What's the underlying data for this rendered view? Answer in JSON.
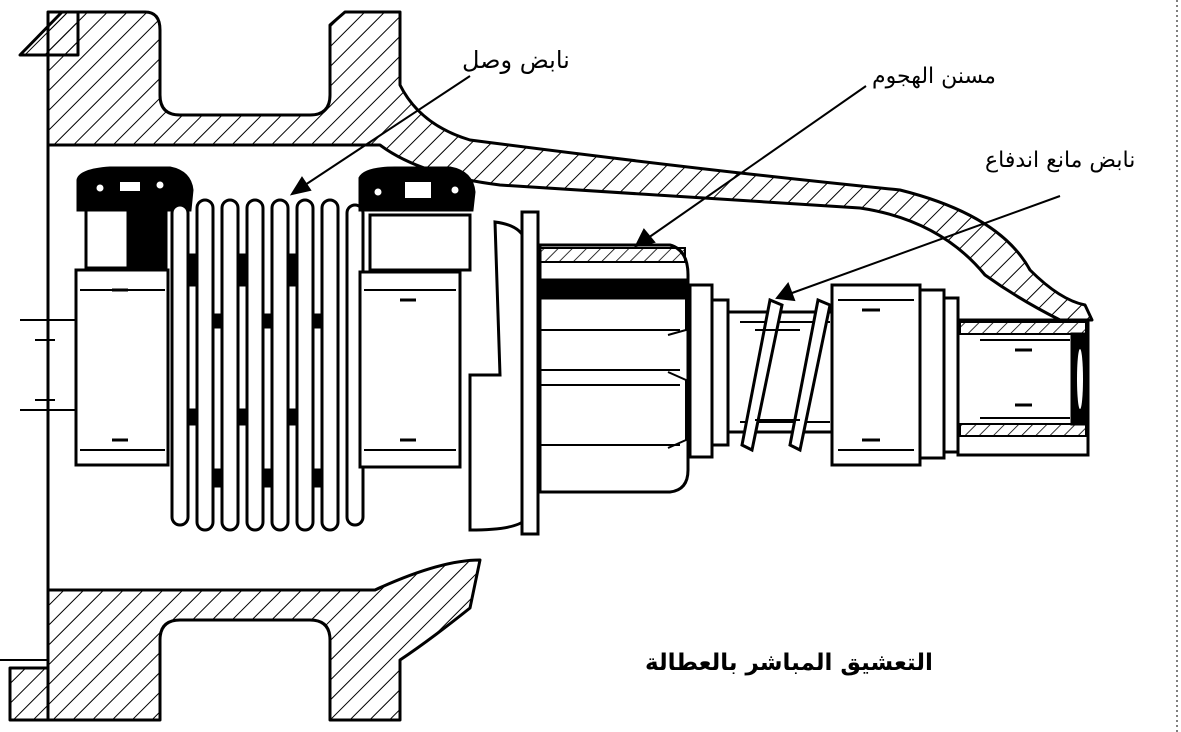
{
  "labels": {
    "coupling_spring": "نابض وصل",
    "pinion": "مسنن الهجوم",
    "anti_drive_spring": "نابض مانع اندفاع"
  },
  "caption": "التعشيق المباشر بالعطالة",
  "colors": {
    "line": "#000000",
    "background": "#ffffff"
  }
}
